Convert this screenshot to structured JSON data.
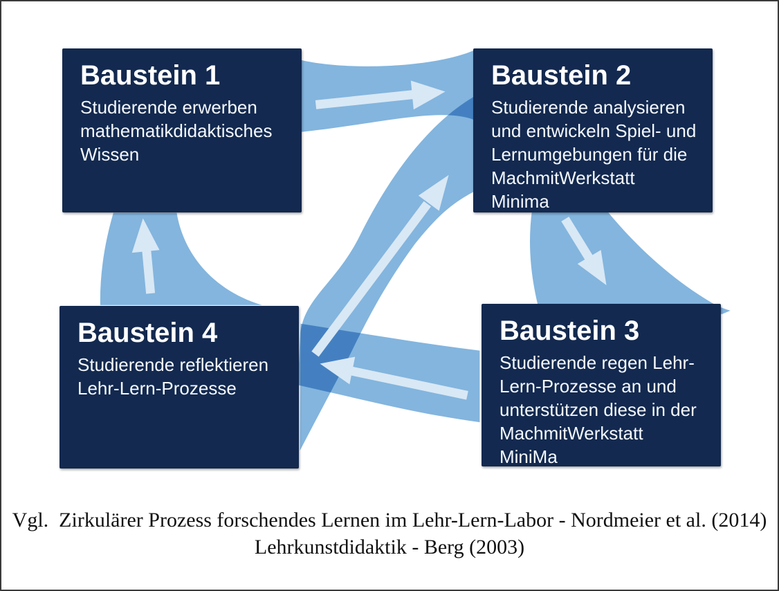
{
  "boxes": [
    {
      "id": "baustein-1",
      "title": "Baustein 1",
      "body": [
        "Studierende erwerben",
        "mathematikdidaktisches",
        "Wissen"
      ]
    },
    {
      "id": "baustein-2",
      "title": "Baustein 2",
      "body": [
        "Studierende analysieren",
        "und entwickeln Spiel- und",
        "Lernumgebungen für die",
        "MachmitWerkstatt Minima"
      ]
    },
    {
      "id": "baustein-3",
      "title": "Baustein 3",
      "body": [
        "Studierende regen Lehr-",
        "Lern-Prozesse an und",
        "unterstützen diese in der",
        "MachmitWerkstatt MiniMa"
      ]
    },
    {
      "id": "baustein-4",
      "title": "Baustein 4",
      "body": [
        "Studierende reflektieren",
        "Lehr-Lern-Prozesse"
      ]
    }
  ],
  "arrows": [
    {
      "name": "arrow-box1-to-box2",
      "direction": "right"
    },
    {
      "name": "arrow-box4-to-box2",
      "direction": "up-right-diagonal"
    },
    {
      "name": "arrow-box2-to-box3",
      "direction": "down-right"
    },
    {
      "name": "arrow-box3-to-box4",
      "direction": "left"
    },
    {
      "name": "arrow-box4-to-box1",
      "direction": "up"
    }
  ],
  "caption": {
    "line1": "Vgl.  Zirkulärer Prozess forschendes Lernen im Lehr-Lern-Labor - Nordmeier et al. (2014)",
    "line2": "Lehrkunstdidaktik - Berg (2003)"
  },
  "colors": {
    "navy": "#13294F",
    "band_blue": "#83B5DE",
    "band_overlap": "#4380C0",
    "arrow_fill": "#D9E8F5",
    "caption_text": "#111111",
    "background": "#FFFFFF"
  }
}
